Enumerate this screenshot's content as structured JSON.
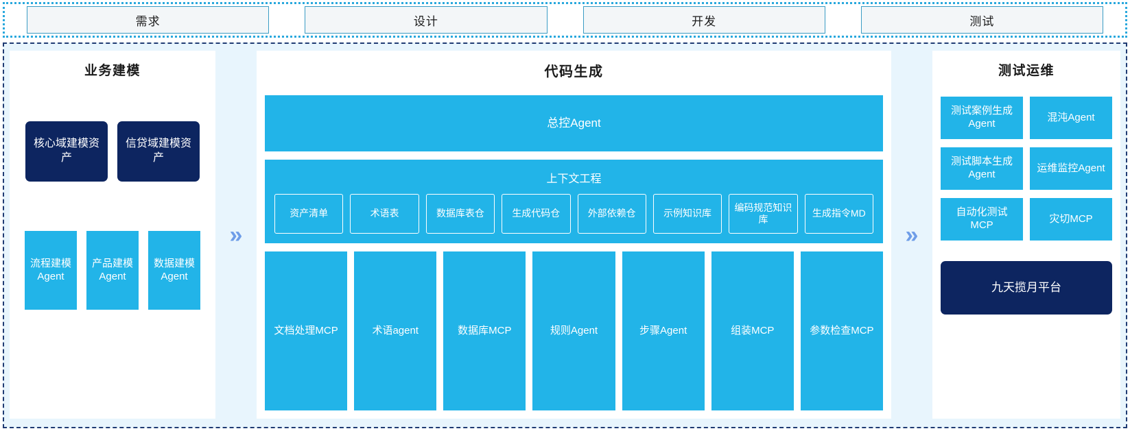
{
  "phases": [
    {
      "label": "需求"
    },
    {
      "label": "设计"
    },
    {
      "label": "开发"
    },
    {
      "label": "测试"
    }
  ],
  "separators": {
    "chevron_glyph": "»",
    "chevron_color": "#6e9de8"
  },
  "colors": {
    "accent_blue": "#22b4e8",
    "navy": "#0d2560",
    "band_background": "#e8f5fd",
    "phase_border": "#3a9cc4",
    "band_border": "#1f3b73"
  },
  "left_panel": {
    "title": "业务建模",
    "assets": [
      {
        "label": "核心域建模资产"
      },
      {
        "label": "信贷域建模资产"
      }
    ],
    "agents": [
      {
        "label": "流程建模Agent"
      },
      {
        "label": "产品建模Agent"
      },
      {
        "label": "数据建模Agent"
      }
    ]
  },
  "center_panel": {
    "title": "代码生成",
    "master_agent": "总控Agent",
    "context": {
      "title": "上下文工程",
      "items": [
        {
          "label": "资产清单"
        },
        {
          "label": "术语表"
        },
        {
          "label": "数据库表仓"
        },
        {
          "label": "生成代码仓"
        },
        {
          "label": "外部依赖仓"
        },
        {
          "label": "示例知识库"
        },
        {
          "label": "编码规范知识库"
        },
        {
          "label": "生成指令MD"
        }
      ]
    },
    "tools": [
      {
        "label": "文档处理MCP"
      },
      {
        "label": "术语agent"
      },
      {
        "label": "数据库MCP"
      },
      {
        "label": "规则Agent"
      },
      {
        "label": "步骤Agent"
      },
      {
        "label": "组装MCP"
      },
      {
        "label": "参数检查MCP"
      }
    ]
  },
  "right_panel": {
    "title": "测试运维",
    "items": [
      {
        "label": "测试案例生成Agent"
      },
      {
        "label": "混沌Agent"
      },
      {
        "label": "测试脚本生成Agent"
      },
      {
        "label": "运维监控Agent"
      },
      {
        "label": "自动化测试MCP"
      },
      {
        "label": "灾切MCP"
      }
    ],
    "platform": "九天揽月平台"
  }
}
